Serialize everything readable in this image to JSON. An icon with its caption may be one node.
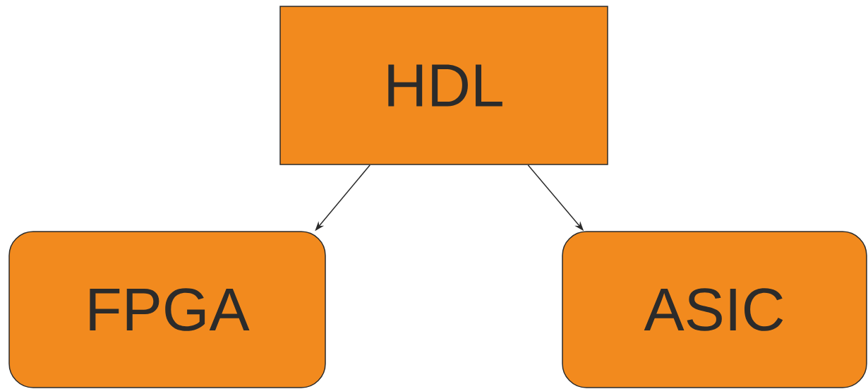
{
  "diagram": {
    "nodes": [
      {
        "text": [
          "HDL"
        ]
      },
      {
        "text": [
          "FPGA"
        ]
      },
      {
        "text": [
          "ASIC"
        ]
      }
    ],
    "edges": [
      {
        "from": 0,
        "to": 1,
        "arrow": "to"
      },
      {
        "from": 0,
        "to": 2,
        "arrow": "to"
      }
    ]
  }
}
